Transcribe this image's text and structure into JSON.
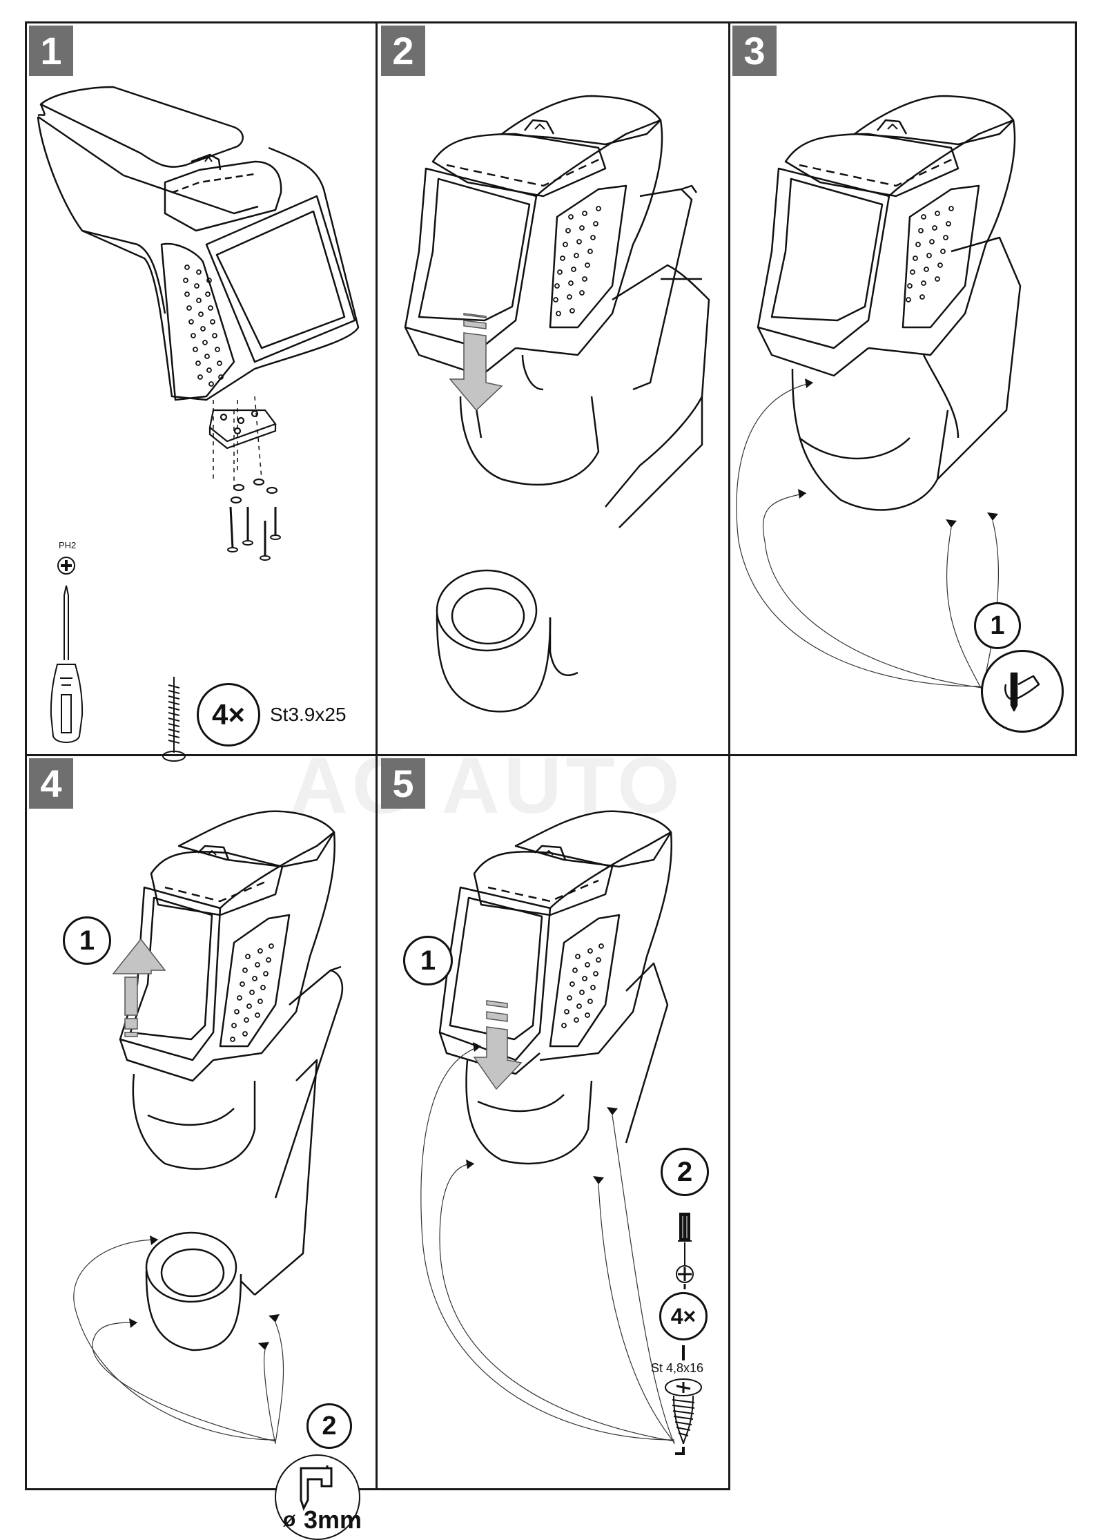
{
  "document": {
    "type": "assembly-instructions",
    "watermark": "AG AUTO"
  },
  "steps": [
    {
      "number": "1",
      "tool": {
        "bit_label": "PH2",
        "icon": "phillips-screwdriver"
      },
      "hardware": {
        "quantity": "4×",
        "spec": "St3.9x25",
        "icon": "wood-screw"
      }
    },
    {
      "number": "2",
      "action": "push-down",
      "arrow": "down-arrow"
    },
    {
      "number": "3",
      "callouts": [
        {
          "number": "1",
          "icon": "mark-with-pen"
        }
      ]
    },
    {
      "number": "4",
      "callouts": [
        {
          "number": "1",
          "action": "lift-up",
          "arrow": "up-arrow"
        },
        {
          "number": "2",
          "icon": "drill",
          "drill_label": "ø",
          "drill_size": "3mm"
        }
      ]
    },
    {
      "number": "5",
      "callouts": [
        {
          "number": "1",
          "action": "push-down",
          "arrow": "down-arrow"
        },
        {
          "number": "2",
          "icon": "phillips-screwdriver",
          "quantity": "4×",
          "spec": "St 4,8x16",
          "screw_icon": "self-tapping-screw"
        }
      ]
    }
  ],
  "colors": {
    "line": "#111111",
    "badge": "#6f6f6f",
    "arrow_fill": "#c4c4c4",
    "watermark": "#f0f0f0"
  }
}
